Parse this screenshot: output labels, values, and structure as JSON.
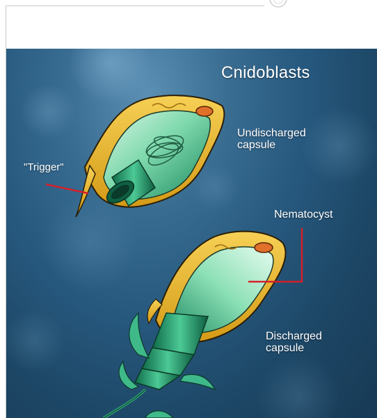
{
  "diagram": {
    "title": "Cnidoblasts",
    "labels": {
      "undischarged": "Undischarged\ncapsule",
      "trigger": "\"Trigger\"",
      "nematocyst": "Nematocyst",
      "discharged": "Discharged\ncapsule"
    }
  },
  "colors": {
    "background": "#27597f",
    "cell_body": "#e8b62a",
    "capsule": "#3fb98a",
    "leader_line": "#d4202a"
  }
}
